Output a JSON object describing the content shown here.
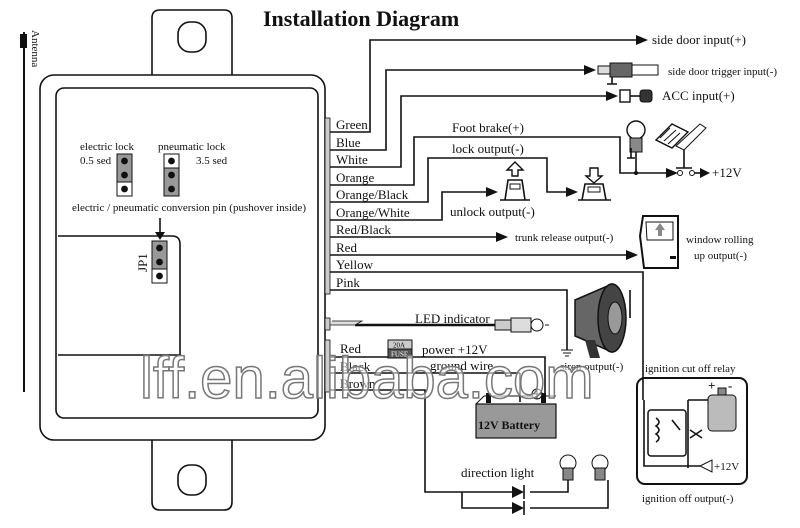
{
  "title": "Installation Diagram",
  "antenna": "Antenna",
  "module": {
    "electric_lock": "electric lock",
    "electric_time": "0.5 sed",
    "pneumatic_lock": "pneumatic lock",
    "pneumatic_time": "3.5 sed",
    "conversion_pin": "electric / pneumatic conversion pin (pushover inside)",
    "jumper": "JP1"
  },
  "wires": [
    "Green",
    "Blue",
    "White",
    "Orange",
    "Orange/Black",
    "Orange/White",
    "Red/Black",
    "Red",
    "Yellow",
    "Pink"
  ],
  "lower_wires": [
    "Red",
    "Black",
    "Brown"
  ],
  "outputs": {
    "side_door_input": "side door input(+)",
    "side_door_trigger": "side door trigger input(-)",
    "acc_input": "ACC input(+)",
    "foot_brake": "Foot brake(+)",
    "lock_output": "lock output(-)",
    "unlock_output": "unlock output(-)",
    "plus12v": "+12V",
    "trunk_release": "trunk release output(-)",
    "window_rolling_1": "window rolling",
    "window_rolling_2": "up output(-)",
    "led_indicator": "LED indicator",
    "fuse_rating": "20A",
    "fuse_label": "FUSE",
    "power": "power +12V",
    "ground_wire": "ground wire",
    "siren_output": "siren output(-)",
    "ignition_relay": "ignition cut off relay",
    "battery": "12V Battery",
    "direction_light": "direction light",
    "relay_12v": "+12V",
    "ignition_off_output": "ignition off output(-)"
  },
  "watermark": "lff.en.alibaba.com"
}
